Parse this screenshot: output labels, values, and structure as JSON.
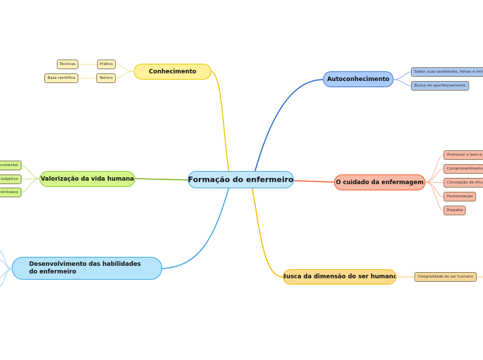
{
  "center": "Formação do enfermeiro",
  "conhecimento": {
    "label": "Conhecimento",
    "children": [
      {
        "label": "Prático",
        "child": "Técnicas"
      },
      {
        "label": "Teórico",
        "child": "Base científica"
      }
    ]
  },
  "valorizacao": {
    "label": "Valorização da vida humana",
    "children": [
      "strumental",
      "subjetivo",
      "intrínseco"
    ]
  },
  "desenvolvimento": {
    "label": "Desenvolvimento das habilidades do enfermeiro"
  },
  "autoconhecimento": {
    "label": "Autoconhecimento",
    "children": [
      "Saber suas qualidades, falhas e limi",
      "Busca de aperfeiçoamento"
    ]
  },
  "cuidado": {
    "label": "O cuidado da enfermagem",
    "children": [
      "Promover o bem-e",
      "Comprometimento",
      "Concepção de ética",
      "Humanização",
      "Empatia"
    ]
  },
  "busca": {
    "label": "Busca da dimensão do ser humano",
    "children": [
      "Integralidade do ser humano"
    ]
  },
  "colors": {
    "yellow": "#e6c800",
    "green": "#8cc63f",
    "blue": "#36a3e0",
    "darkblue": "#1f5fc8",
    "orange": "#f05a28",
    "gold": "#f5b800"
  }
}
